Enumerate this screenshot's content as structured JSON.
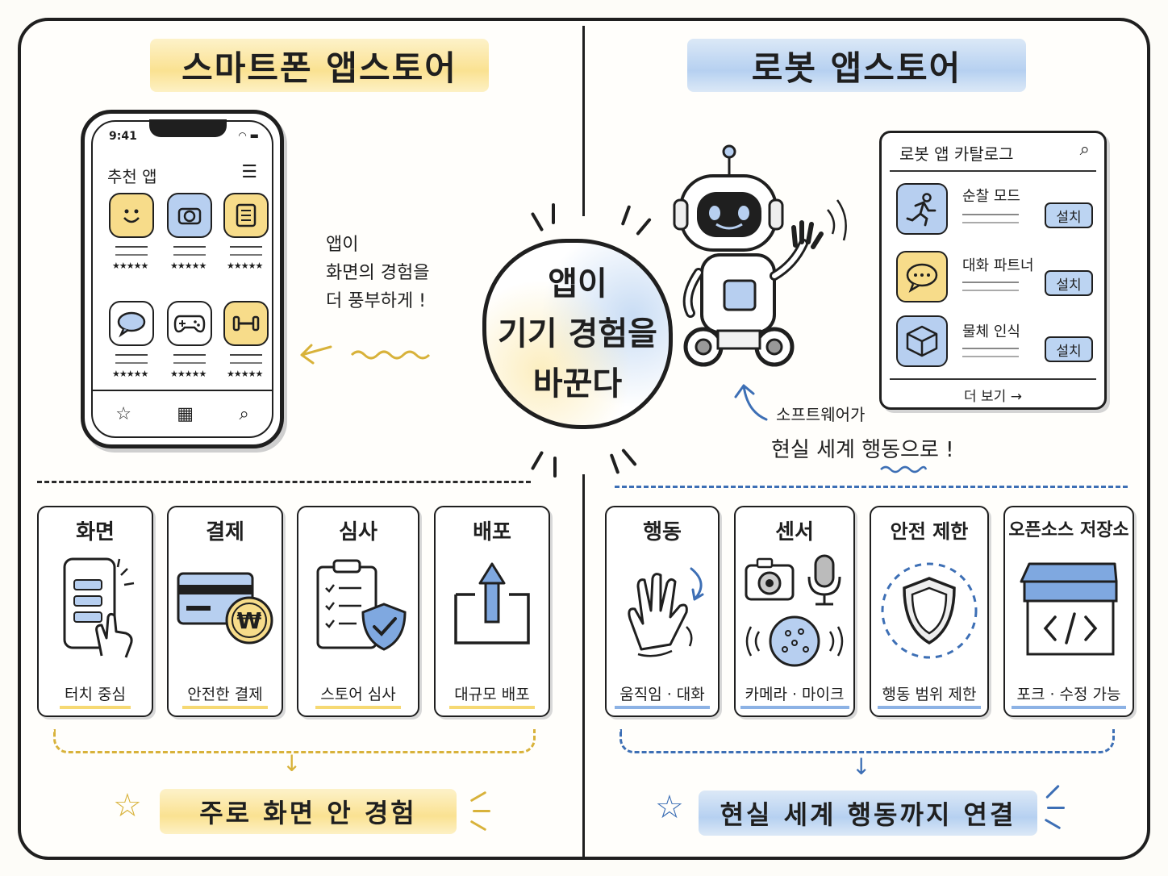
{
  "left_title": "스마트폰 앱스토어",
  "right_title": "로봇 앱스토어",
  "phone": {
    "time": "9:41",
    "header": "추천 앱",
    "rating": "★★★★★"
  },
  "left_note": [
    "앱이",
    "화면의 경험을",
    "더 풍부하게 !"
  ],
  "center": [
    "앱이",
    "기기 경험을",
    "바꾼다"
  ],
  "catalog": {
    "title": "로봇 앱 카탈로그",
    "items": [
      {
        "name": "순찰 모드",
        "button": "설치"
      },
      {
        "name": "대화 파트너",
        "button": "설치"
      },
      {
        "name": "물체 인식",
        "button": "설치"
      }
    ],
    "more": "더 보기 →"
  },
  "right_note": [
    "소프트웨어가",
    "현실 세계 행동으로 !"
  ],
  "left_cards": [
    {
      "title": "화면",
      "caption": "터치 중심"
    },
    {
      "title": "결제",
      "caption": "안전한 결제"
    },
    {
      "title": "심사",
      "caption": "스토어 심사"
    },
    {
      "title": "배포",
      "caption": "대규모 배포"
    }
  ],
  "right_cards": [
    {
      "title": "행동",
      "caption": "움직임 · 대화"
    },
    {
      "title": "센서",
      "caption": "카메라 · 마이크"
    },
    {
      "title": "안전 제한",
      "caption": "행동 범위 제한"
    },
    {
      "title": "오픈소스 저장소",
      "caption": "포크 · 수정 가능"
    }
  ],
  "left_bottom": "주로 화면 안 경험",
  "right_bottom": "현실 세계 행동까지 연결",
  "colors": {
    "yellow": "#f7dc8a",
    "blue": "#b7cff0",
    "ink": "#1f1f1f"
  }
}
